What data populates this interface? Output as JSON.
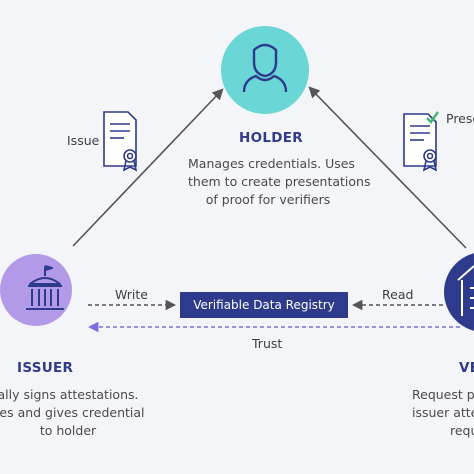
{
  "holder": {
    "title": "HOLDER",
    "description": [
      "Manages credentials. Uses",
      "them to create presentations",
      "of proof for verifiers"
    ]
  },
  "issuer": {
    "title": "ISSUER",
    "description": [
      "ally signs attestations.",
      "ges and gives credential",
      "to holder"
    ]
  },
  "verifier": {
    "title": "VE",
    "description": [
      "Request pr",
      "issuer atte",
      "requ"
    ]
  },
  "edges": {
    "issue_label": "Issue",
    "present_label": "Prese",
    "write_label": "Write",
    "read_label": "Read",
    "trust_label": "Trust"
  },
  "registry": {
    "label": "Verifiable Data Registry"
  },
  "icons": {
    "holder": "person-icon",
    "issuer": "government-building-icon",
    "verifier": "building-icon",
    "issue_doc": "certificate-document-icon",
    "present_doc": "verified-certificate-document-icon"
  },
  "colors": {
    "background": "#f4f5f8",
    "holder_circle": "#6ad6d6",
    "issuer_circle": "#b39ae8",
    "verifier_circle": "#2e3a8c",
    "accent_navy": "#2e3a8c",
    "accent_purple": "#7a6fe0",
    "accent_green": "#3fb872"
  }
}
